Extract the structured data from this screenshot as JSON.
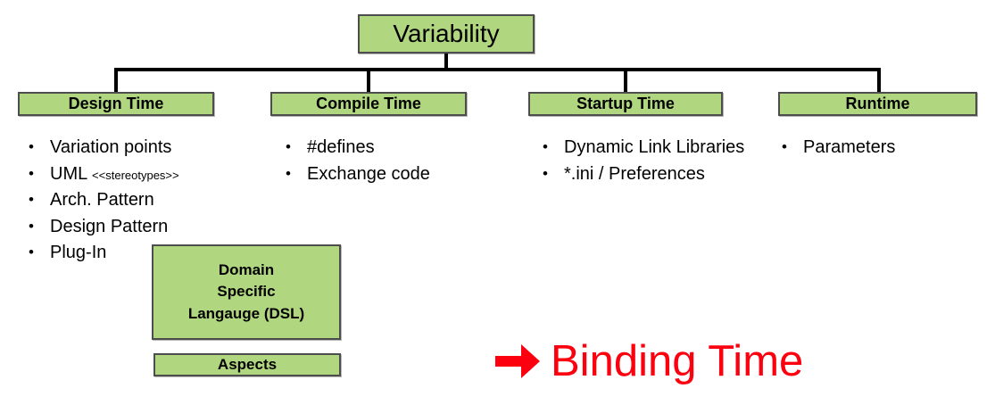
{
  "diagram": {
    "root": {
      "label": "Variability"
    },
    "categories": [
      {
        "label": "Design Time",
        "items": [
          {
            "text": "Variation points"
          },
          {
            "text": "UML ",
            "note": "<<stereotypes>>"
          },
          {
            "text": "Arch. Pattern"
          },
          {
            "text": "Design Pattern"
          },
          {
            "text": "Plug-In"
          }
        ]
      },
      {
        "label": "Compile Time",
        "items": [
          {
            "text": "#defines"
          },
          {
            "text": "Exchange code"
          }
        ]
      },
      {
        "label": "Startup Time",
        "items": [
          {
            "text": "Dynamic Link Libraries"
          },
          {
            "text": "*.ini / Preferences"
          }
        ]
      },
      {
        "label": "Runtime",
        "items": [
          {
            "text": "Parameters"
          }
        ]
      }
    ],
    "extra_boxes": [
      {
        "lines": [
          "Domain",
          "Specific",
          "Langauge (DSL)"
        ]
      },
      {
        "label": "Aspects"
      }
    ],
    "callout": {
      "arrow_icon": "right-arrow-icon",
      "label": "Binding Time"
    },
    "bullet_glyph": "•",
    "colors": {
      "box_fill": "#b0d780",
      "box_border": "#4d4d4d",
      "line": "#000000",
      "callout": "#fc0010",
      "text": "#000000"
    }
  }
}
